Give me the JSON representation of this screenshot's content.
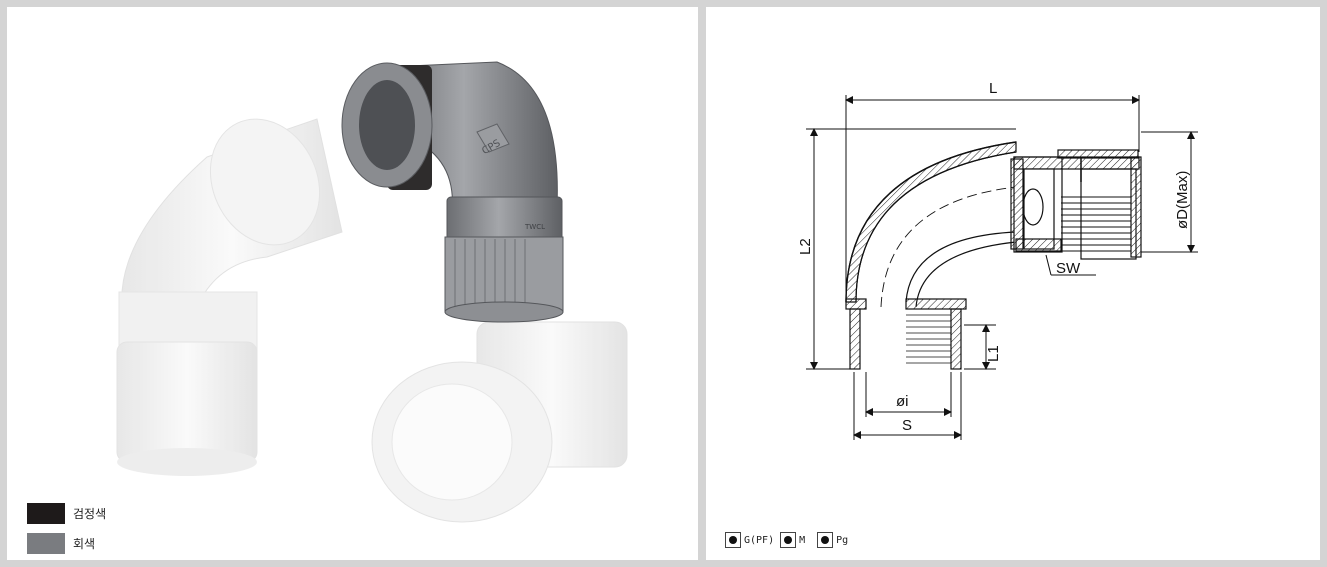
{
  "colors": {
    "black": "#1e1a1a",
    "gray": "#7a7c80",
    "background": "#d4d4d4",
    "panel": "#ffffff"
  },
  "color_legend": [
    {
      "label": "검정색",
      "swatch": "#1e1a1a"
    },
    {
      "label": "회색",
      "swatch": "#7a7c80"
    }
  ],
  "drawing": {
    "dimensions": {
      "L": "L",
      "L2": "L2",
      "D": "øD(Max)",
      "SW": "SW",
      "L1": "L1",
      "i": "øi",
      "S": "S"
    }
  },
  "thread_types": [
    {
      "label": "G(PF)"
    },
    {
      "label": "M"
    },
    {
      "label": "Pg"
    }
  ],
  "product_marks": {
    "logo": "CPS",
    "band": "TWCL"
  }
}
